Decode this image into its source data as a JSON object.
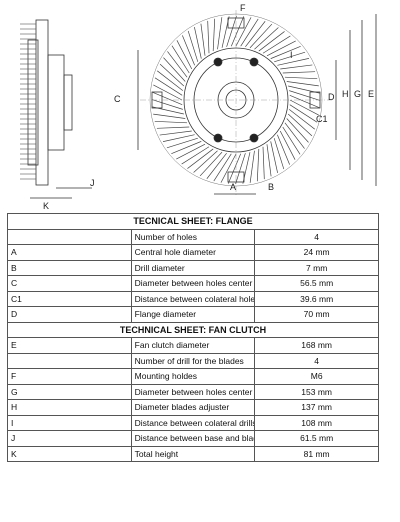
{
  "drawing": {
    "labels": {
      "A": "A",
      "B": "B",
      "C": "C",
      "C1": "C1",
      "D": "D",
      "E": "E",
      "F": "F",
      "G": "G",
      "H": "H",
      "I": "I",
      "J": "J",
      "K": "K"
    }
  },
  "flange_sheet": {
    "title": "TECNICAL SHEET: FLANGE",
    "rows": [
      {
        "code": "",
        "desc": "Number of holes",
        "value": "4"
      },
      {
        "code": "A",
        "desc": "Central hole diameter",
        "value": "24 mm"
      },
      {
        "code": "B",
        "desc": "Drill diameter",
        "value": "7 mm"
      },
      {
        "code": "C",
        "desc": "Diameter between holes center",
        "value": "56.5 mm"
      },
      {
        "code": "C1",
        "desc": "Distance between colateral holes center",
        "value": "39.6 mm"
      },
      {
        "code": "D",
        "desc": "Flange diameter",
        "value": "70 mm"
      }
    ]
  },
  "clutch_sheet": {
    "title": "TECHNICAL SHEET: FAN CLUTCH",
    "rows": [
      {
        "code": "E",
        "desc": "Fan clutch diameter",
        "value": "168 mm"
      },
      {
        "code": "",
        "desc": "Number of drill for the blades",
        "value": "4"
      },
      {
        "code": "F",
        "desc": "Mounting holdes",
        "value": "M6"
      },
      {
        "code": "G",
        "desc": "Diameter between holes center",
        "value": "153 mm"
      },
      {
        "code": "H",
        "desc": "Diameter blades adjuster",
        "value": "137 mm"
      },
      {
        "code": "I",
        "desc": "Distance between colateral drills center",
        "value": "108 mm"
      },
      {
        "code": "J",
        "desc": "Distance between base and blades support",
        "value": "61.5 mm"
      },
      {
        "code": "K",
        "desc": "Total height",
        "value": "81 mm"
      }
    ]
  }
}
